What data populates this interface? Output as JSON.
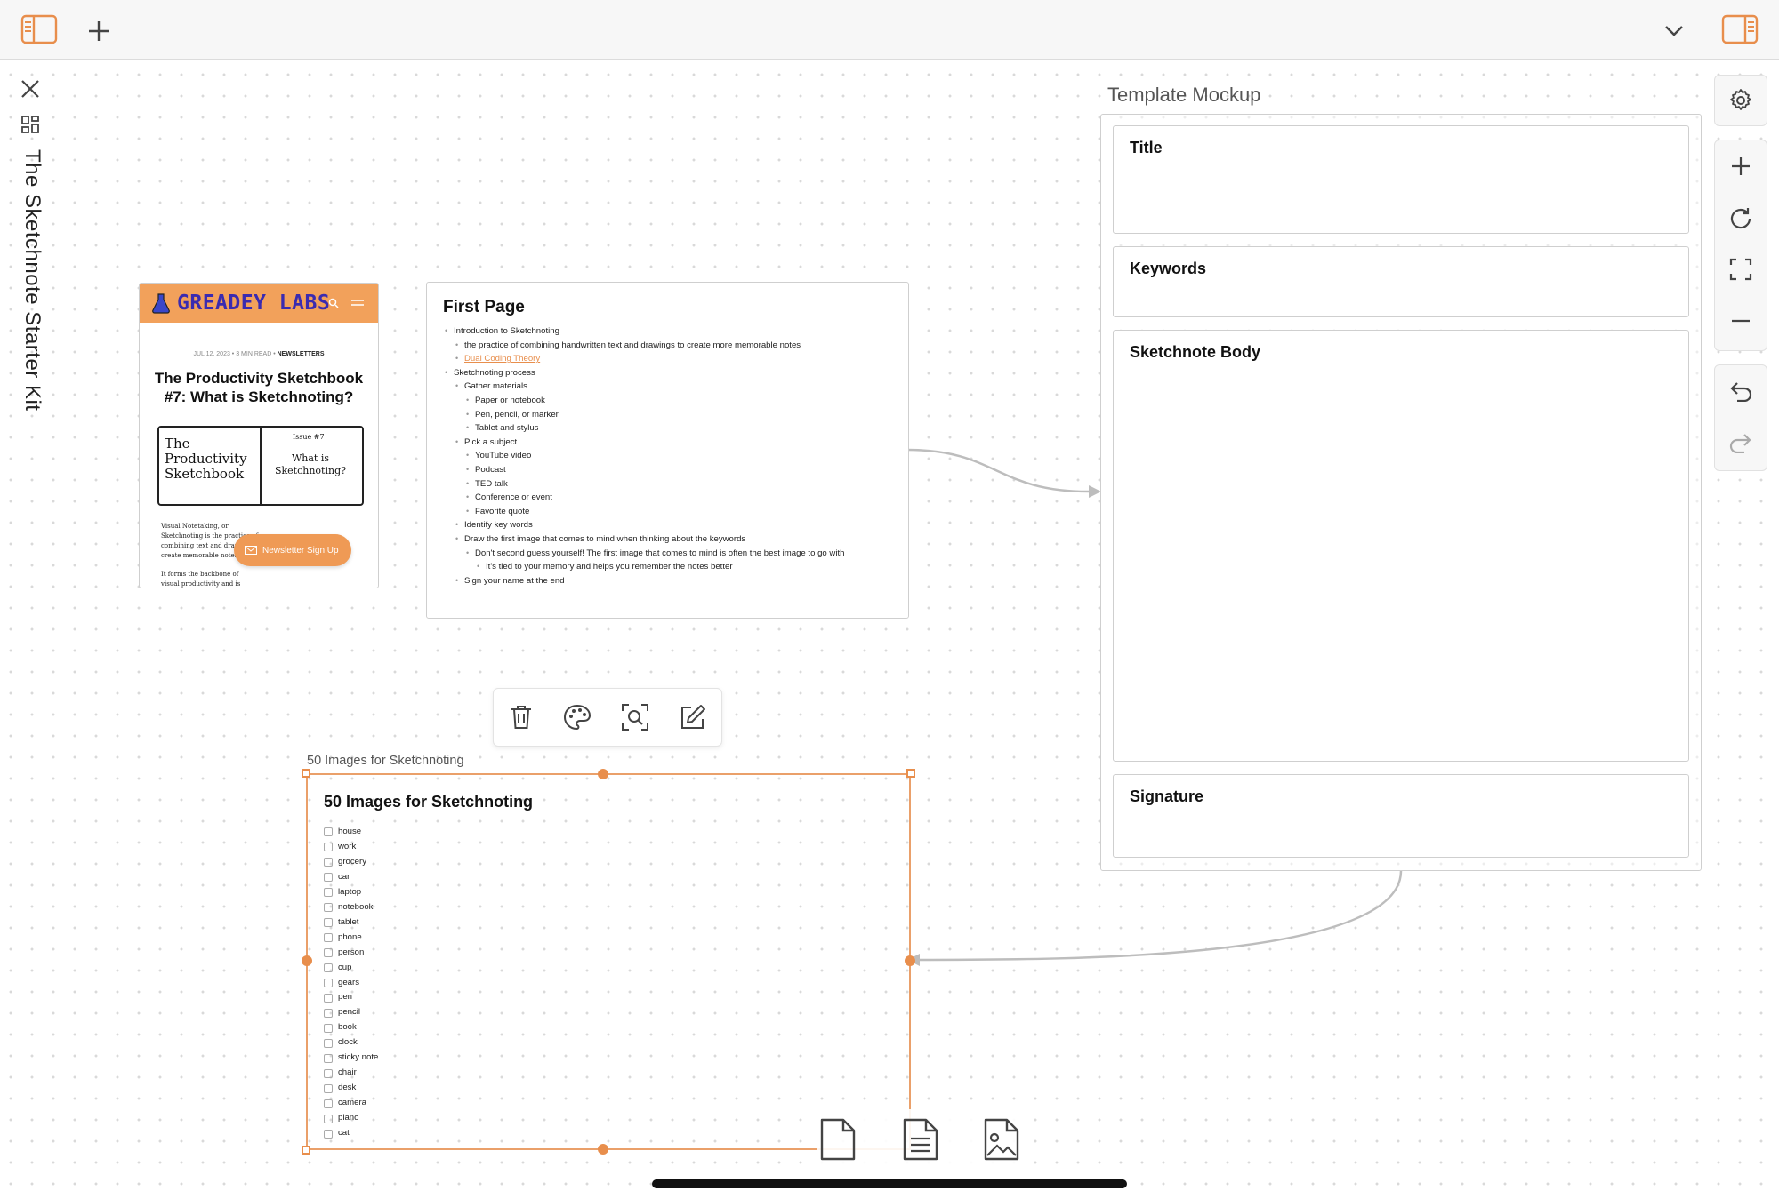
{
  "sidebar": {
    "kit_title": "The Sketchnote Starter Kit"
  },
  "newsletter": {
    "brand": "GREADEY LABS",
    "meta_date": "JUL 12, 2023 • 3 MIN READ •",
    "meta_category": "NEWSLETTERS",
    "headline": "The Productivity Sketchbook #7: What is Sketchnoting?",
    "sketch_left": "The Productivity Sketchbook",
    "sketch_issue": "Issue #7",
    "sketch_right": "What is Sketchnoting?",
    "body_text": "Visual Notetaking, or Sketchnoting is the practice of combining text and drawings to create memorable notes.",
    "body_text2": "It forms the backbone of visual productivity and is",
    "cta": "Newsletter Sign Up"
  },
  "first_page": {
    "title": "First Page",
    "l1_intro": "Introduction to Sketchnoting",
    "l2_practice": "the practice of combining handwritten text and drawings to create more memorable notes",
    "l2_link": "Dual Coding Theory",
    "l1_process": "Sketchnoting process",
    "l2_gather": "Gather materials",
    "l3_paper": "Paper or notebook",
    "l3_pen": "Pen, pencil, or marker",
    "l3_tablet": "Tablet and stylus",
    "l2_subject": "Pick a subject",
    "l3_youtube": "YouTube video",
    "l3_podcast": "Podcast",
    "l3_ted": "TED talk",
    "l3_conf": "Conference or event",
    "l3_quote": "Favorite quote",
    "l2_keywords": "Identify key words",
    "l2_draw": "Draw the first image that comes to mind when thinking about the keywords",
    "l3_dont": "Don't second guess yourself! The first image that comes to mind is often the best image to go with",
    "l4_tied": "It's tied to your memory and helps you remember the notes better",
    "l2_sign": "Sign your name at the end"
  },
  "template": {
    "label": "Template Mockup",
    "title": "Title",
    "keywords": "Keywords",
    "body": "Sketchnote Body",
    "signature": "Signature"
  },
  "images_card": {
    "label": "50 Images for Sketchnoting",
    "title": "50 Images for Sketchnoting",
    "items": [
      "house",
      "work",
      "grocery",
      "car",
      "laptop",
      "notebook",
      "tablet",
      "phone",
      "person",
      "cup",
      "gears",
      "pen",
      "pencil",
      "book",
      "clock",
      "sticky note",
      "chair",
      "desk",
      "camera",
      "piano",
      "cat"
    ]
  },
  "icons": {
    "toggle_left_sidebar": "sidebar-left-icon",
    "new": "plus-icon",
    "dropdown": "chevron-down-icon",
    "toggle_right_sidebar": "sidebar-right-icon",
    "close": "close-icon",
    "grid": "grid-icon",
    "settings": "gear-icon",
    "zoom_in": "plus-icon",
    "reset": "refresh-icon",
    "fit": "fullscreen-icon",
    "zoom_out": "minus-icon",
    "undo": "undo-icon",
    "redo": "redo-icon",
    "delete": "trash-icon",
    "color": "palette-icon",
    "zoom_to": "zoom-icon",
    "edit": "edit-icon",
    "new_file": "file-icon",
    "new_note": "document-icon",
    "new_media": "image-file-icon"
  },
  "colors": {
    "accent": "#e88e4c",
    "border": "#cfcfcf",
    "link": "#e88e4c"
  }
}
